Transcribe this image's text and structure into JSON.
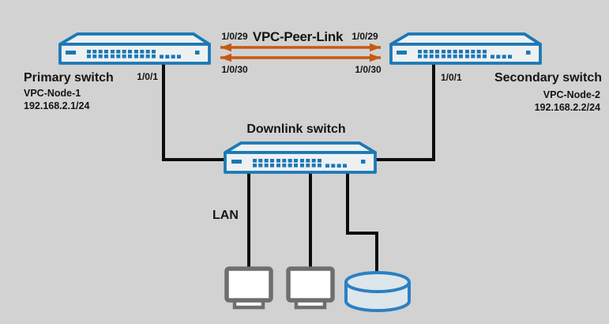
{
  "diagram": {
    "background_color": "#d2d2d2",
    "colors": {
      "switch_stroke_blue": "#1b78b6",
      "switch_fill": "#eef1f2",
      "port_blue": "#1b78b6",
      "peer_link_orange": "#c55a11",
      "cable_black": "#0d0d0d",
      "monitor_gray": "#6e6e6e",
      "cylinder_stroke": "#2b80c4",
      "cylinder_fill": "#dde6eb",
      "text_color": "#141414"
    },
    "peer_link": {
      "label": "VPC-Peer-Link",
      "link1_port_left": "1/0/29",
      "link1_port_right": "1/0/29",
      "link2_port_left": "1/0/30",
      "link2_port_right": "1/0/30"
    },
    "primary_switch": {
      "name": "Primary switch",
      "node_label": "VPC-Node-1",
      "ip_address": "192.168.2.1/24",
      "downlink_port": "1/0/1"
    },
    "secondary_switch": {
      "name": "Secondary switch",
      "node_label": "VPC-Node-2",
      "ip_address": "192.168.2.2/24",
      "downlink_port": "1/0/1"
    },
    "downlink_switch": {
      "name": "Downlink switch"
    },
    "lan": {
      "label": "LAN"
    }
  }
}
